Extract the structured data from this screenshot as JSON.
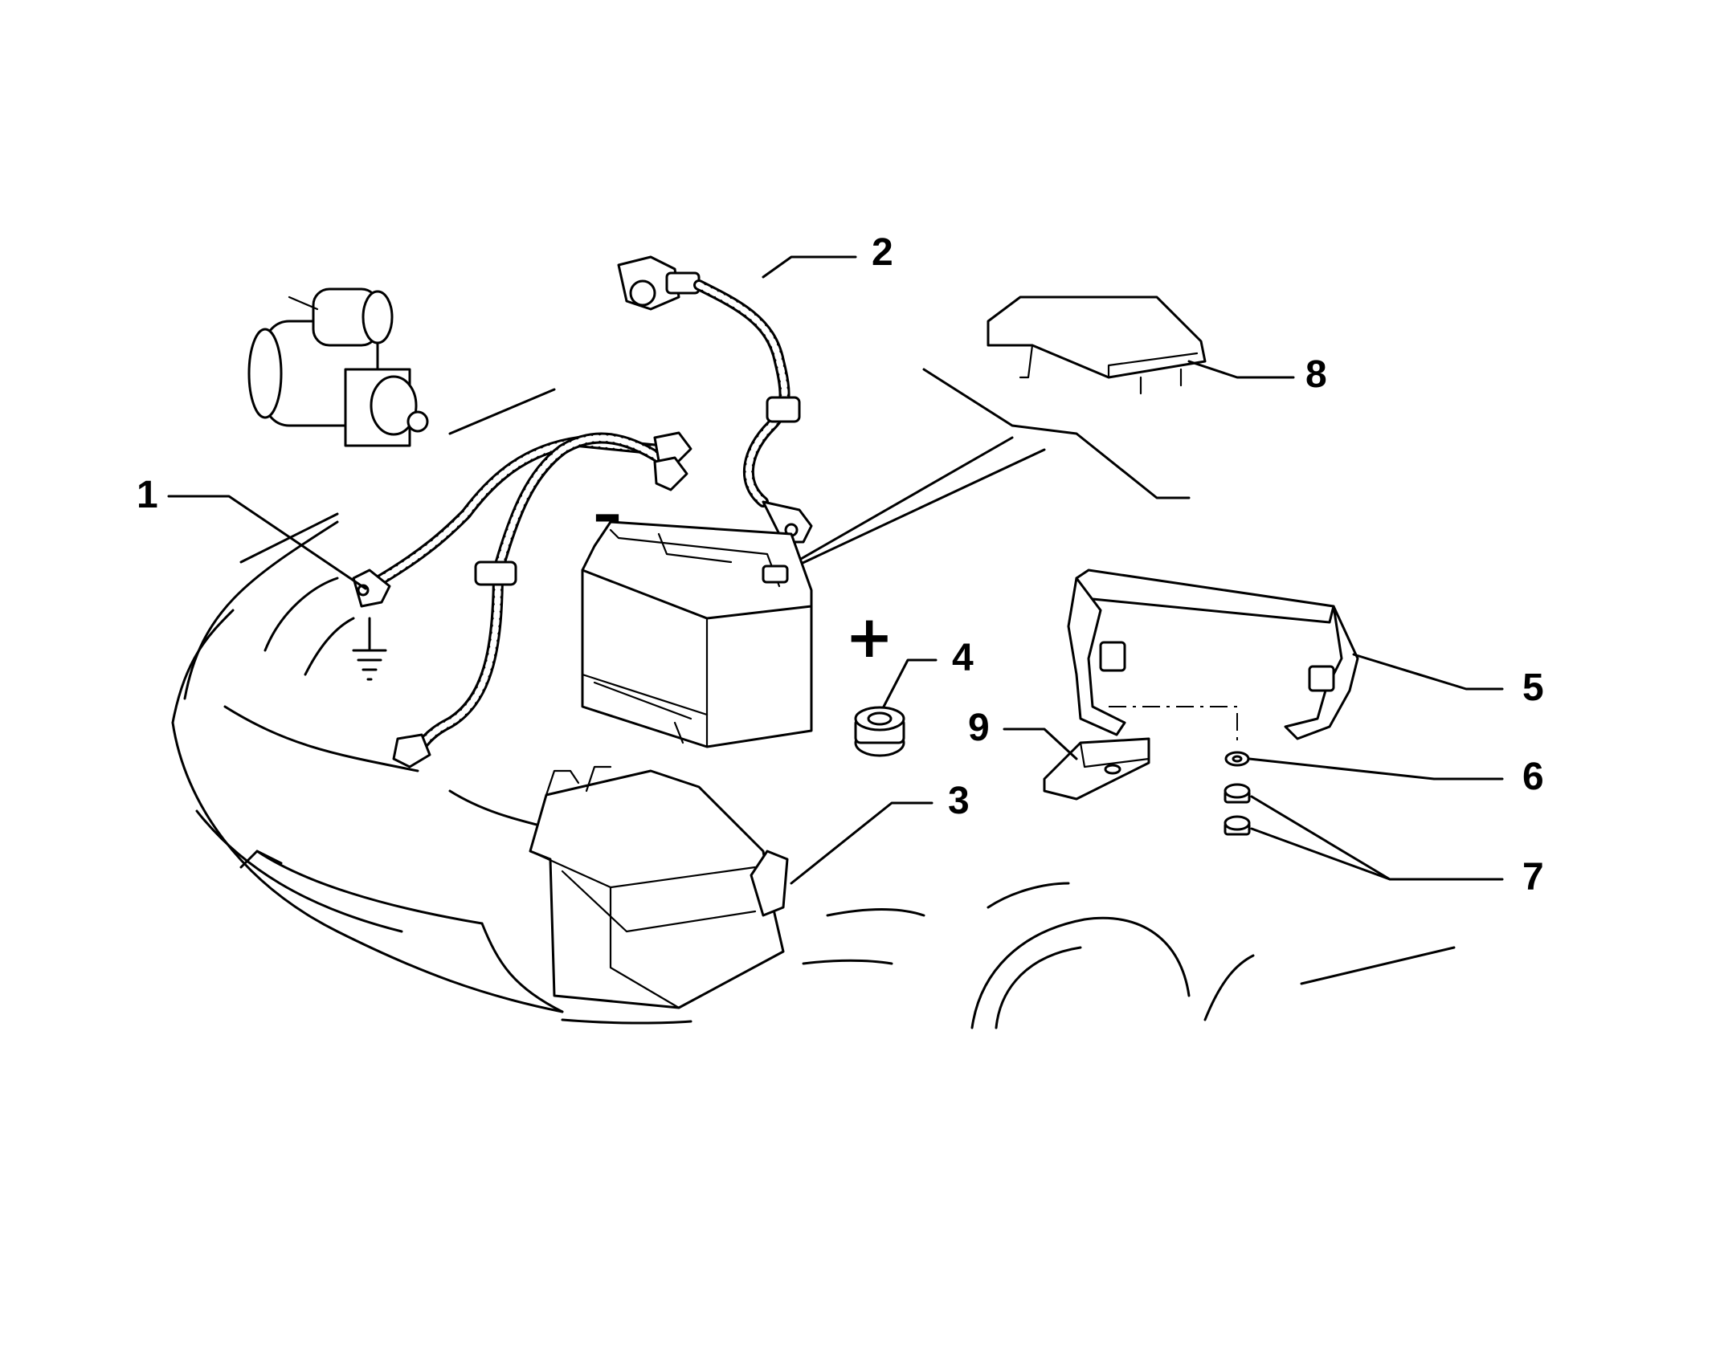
{
  "callouts": [
    {
      "num": "1"
    },
    {
      "num": "2"
    },
    {
      "num": "3"
    },
    {
      "num": "4"
    },
    {
      "num": "5"
    },
    {
      "num": "6"
    },
    {
      "num": "7"
    },
    {
      "num": "8"
    },
    {
      "num": "9"
    }
  ],
  "terminals": {
    "negative": "–",
    "positive": "+"
  }
}
